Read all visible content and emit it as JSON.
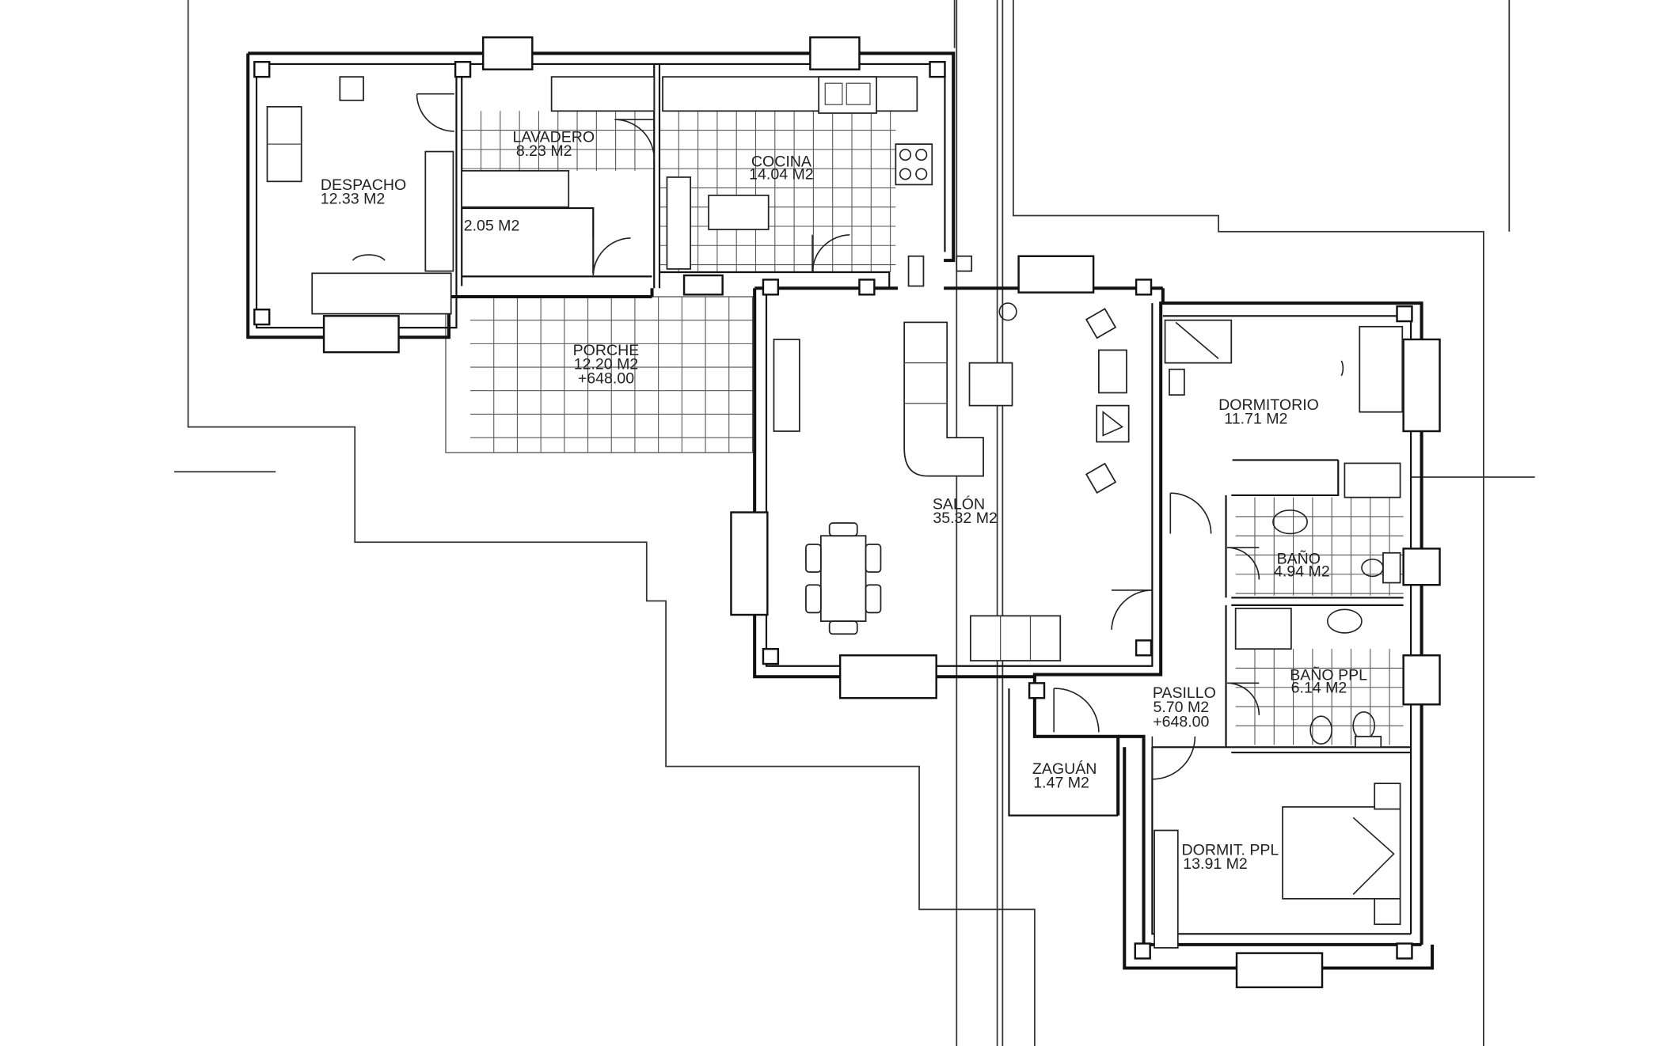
{
  "rooms": [
    {
      "id": "despacho",
      "name": "DESPACHO",
      "area": "12.33 M2"
    },
    {
      "id": "lavadero",
      "name": "LAVADERO",
      "area": "8.23 M2"
    },
    {
      "id": "aseo",
      "name": "",
      "area": "2.05 M2"
    },
    {
      "id": "cocina",
      "name": "COCINA",
      "area": "14.04 M2"
    },
    {
      "id": "porche",
      "name": "PORCHE",
      "area": "12.20 M2",
      "level": "+648.00"
    },
    {
      "id": "salon",
      "name": "SALÓN",
      "area": "35.32 M2"
    },
    {
      "id": "dormitorio",
      "name": "DORMITORIO",
      "area": "11.71 M2"
    },
    {
      "id": "bano",
      "name": "BAÑO",
      "area": "4.94 M2"
    },
    {
      "id": "bano-ppl",
      "name": "BAÑO PPL",
      "area": "6.14 M2"
    },
    {
      "id": "pasillo",
      "name": "PASILLO",
      "area": "5.70 M2",
      "level": "+648.00"
    },
    {
      "id": "zaguan",
      "name": "ZAGUÁN",
      "area": "1.47 M2"
    },
    {
      "id": "dormit-ppl",
      "name": "DORMIT. PPL",
      "area": "13.91 M2"
    }
  ]
}
